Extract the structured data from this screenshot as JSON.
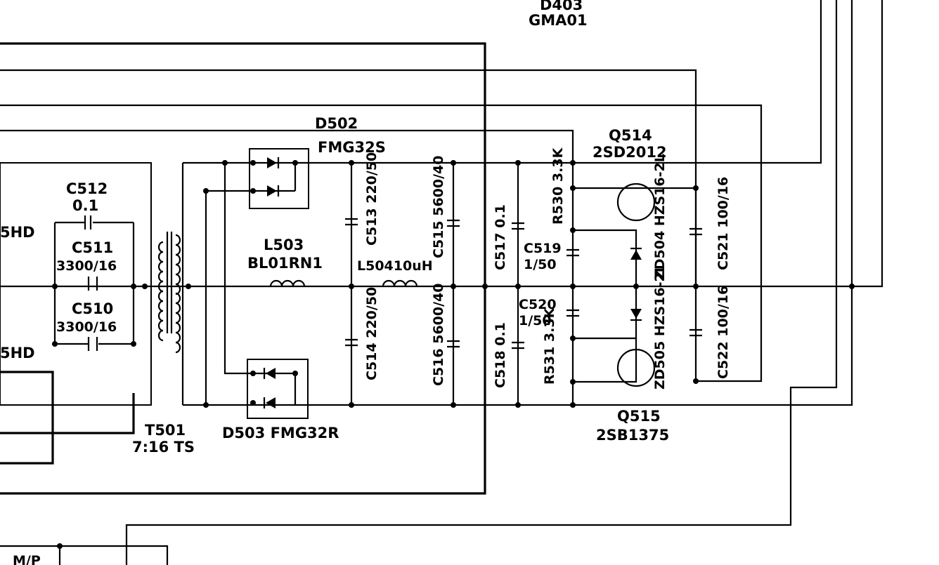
{
  "labels": {
    "d403_ref": "D403",
    "d403_part": "GMA01",
    "d502_ref": "D502",
    "d502_part": "FMG32S",
    "d503": "D503 FMG32R",
    "q514_ref": "Q514",
    "q514_part": "2SD2012",
    "q515_ref": "Q515",
    "q515_part": "2SB1375",
    "c512_ref": "C512",
    "c512_val": "0.1",
    "c511_ref": "C511",
    "c511_val": "3300/16",
    "c510_ref": "C510",
    "c510_val": "3300/16",
    "hd_top": "5HD",
    "hd_bot": "5HD",
    "t501_ref": "T501",
    "t501_val": "7:16  TS",
    "l503_ref": "L503",
    "l503_part": "BL01RN1",
    "l504": "L50410uH",
    "c513": "C513 220/50",
    "c515": "C515 5600/40",
    "c514": "C514 220/50",
    "c516": "C516 5600/40",
    "c517": "C517 0.1",
    "c518": "C518 0.1",
    "r530": "R530 3.3K",
    "r531": "R531 3.3K",
    "c519_ref": "C519",
    "c519_val": "1/50",
    "c520_ref": "C520",
    "c520_val": "1/50",
    "zd504": "ZD504 HZS16-2L",
    "zd505": "ZD505 HZS16-2L",
    "c521": "C521 100/16",
    "c522": "C522 100/16",
    "mp": "M/P"
  }
}
